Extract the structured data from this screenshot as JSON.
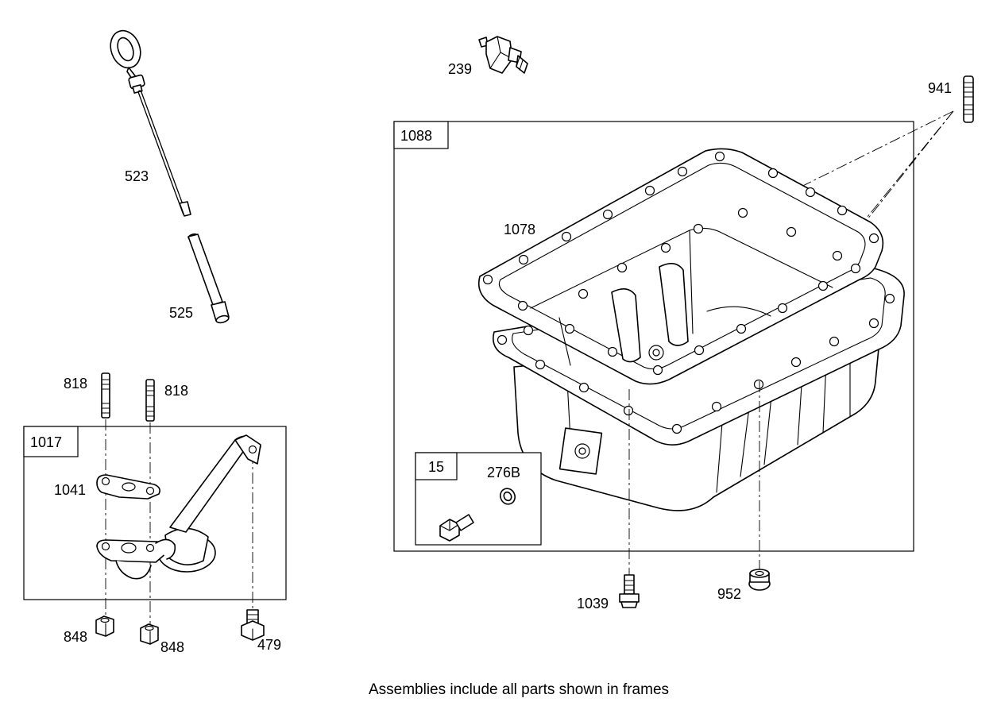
{
  "footer_note": "Assemblies include all parts shown in frames",
  "labels": {
    "dipstick": "523",
    "dipstick_tube": "525",
    "sensor": "239",
    "stud_941": "941",
    "frame_1088": "1088",
    "gasket": "1078",
    "frame_15": "15",
    "washer": "276B",
    "drain_bolt": "1039",
    "flange_nut": "952",
    "stud_818_left": "818",
    "stud_818_right": "818",
    "frame_1017": "1017",
    "pickup_gasket": "1041",
    "nut_848_left": "848",
    "nut_848_right": "848",
    "bolt_479": "479"
  }
}
